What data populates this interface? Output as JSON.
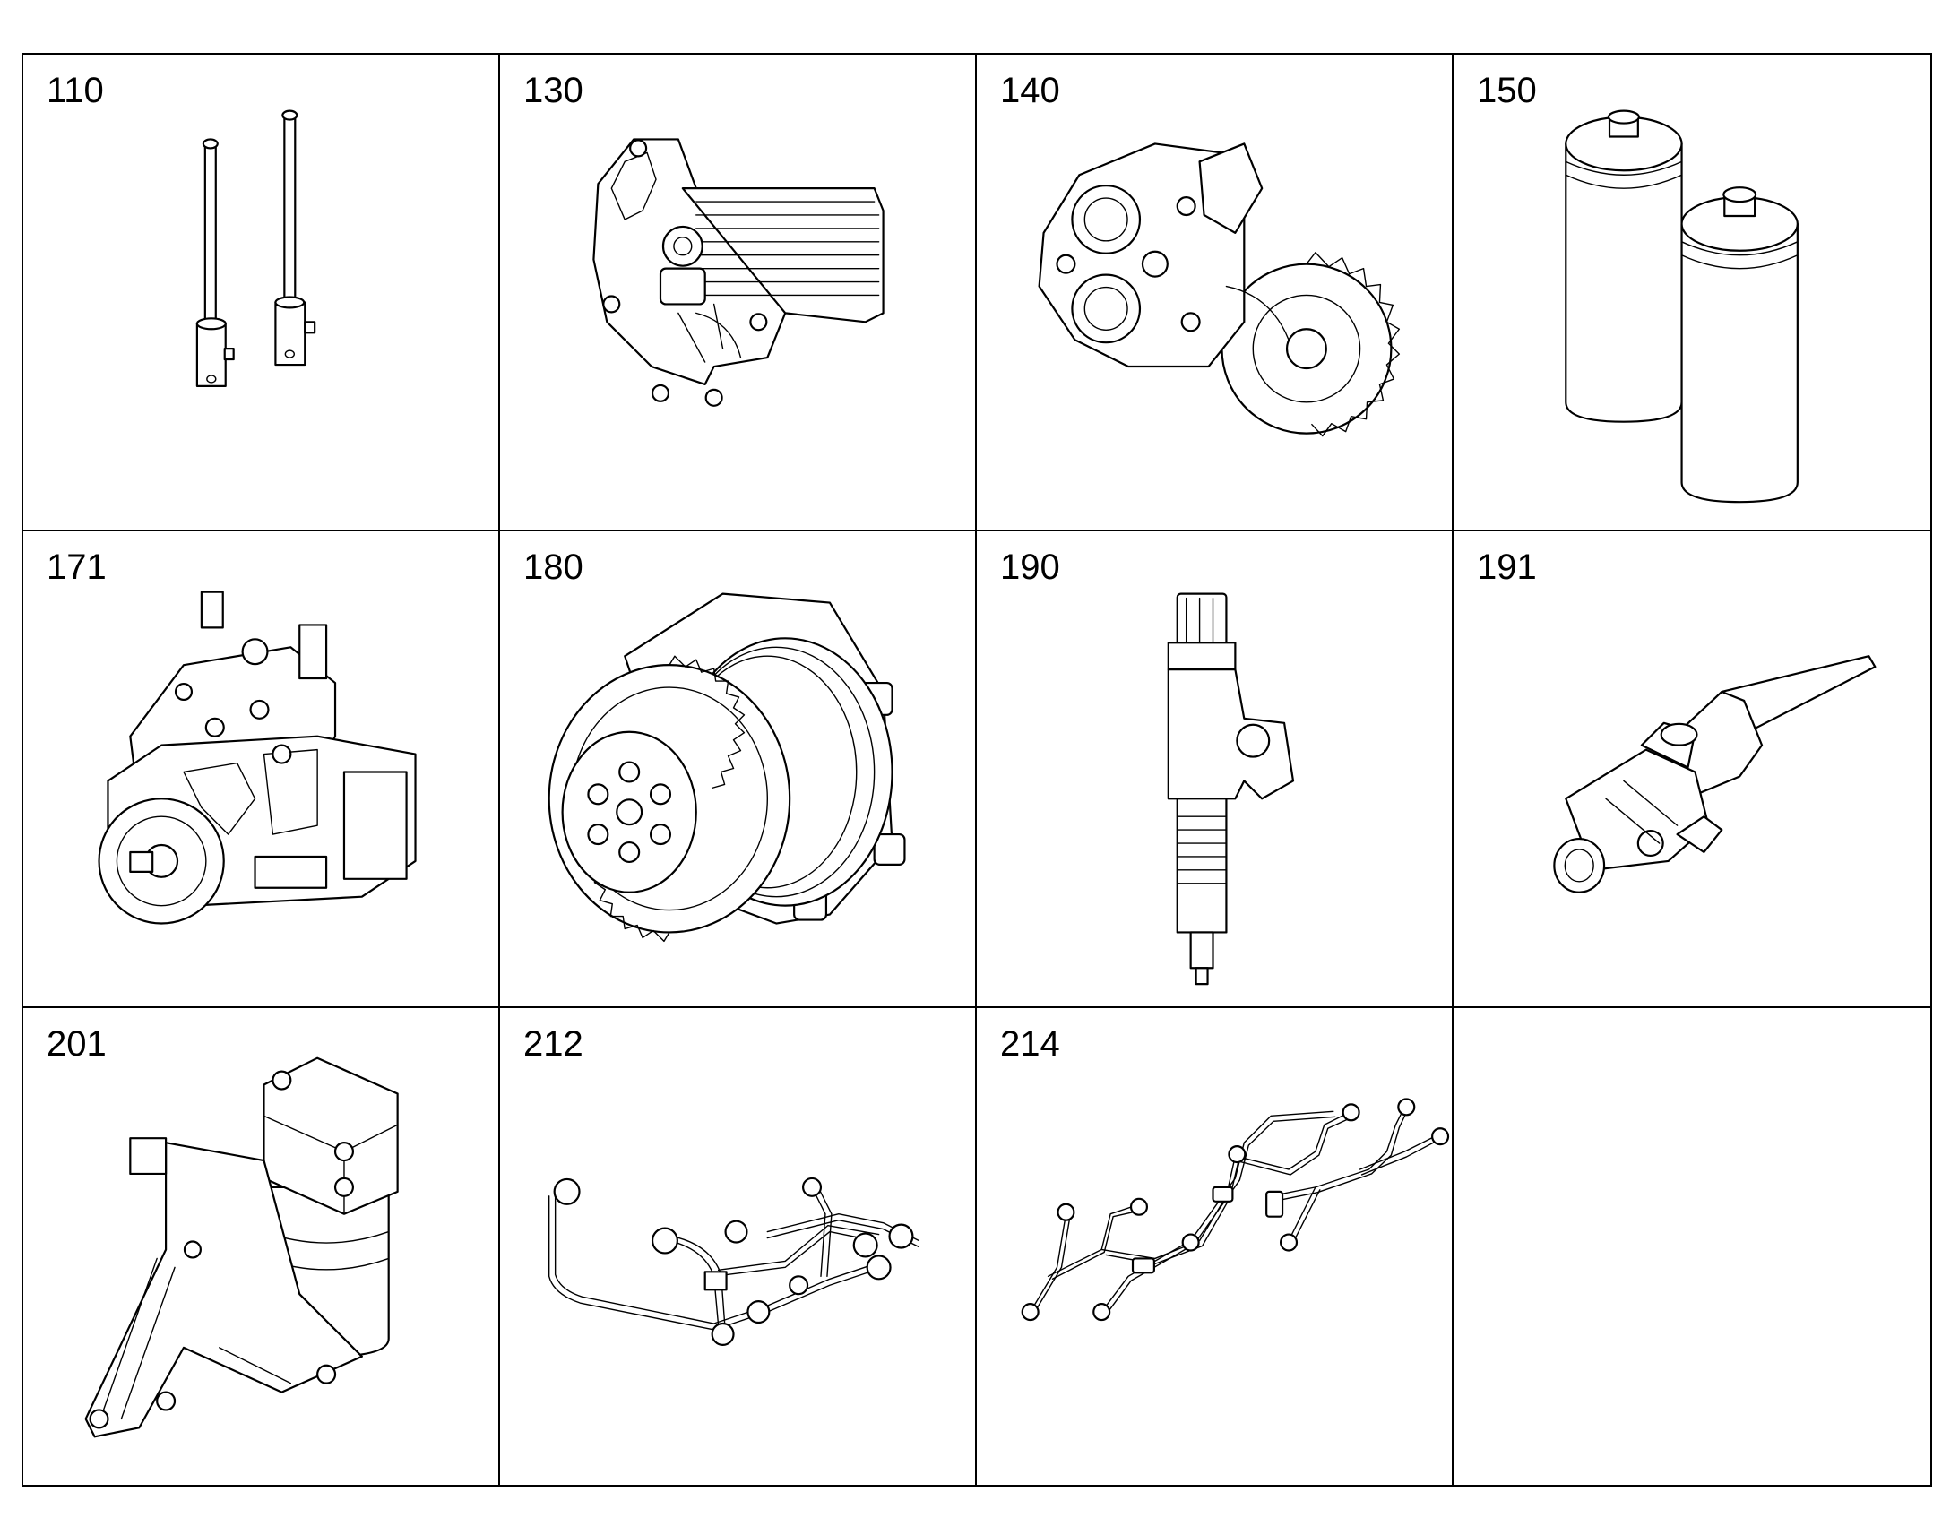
{
  "parts": [
    {
      "label": "110",
      "icon": "rod-pair-icon"
    },
    {
      "label": "130",
      "icon": "high-pressure-pump-icon"
    },
    {
      "label": "140",
      "icon": "gear-housing-icon"
    },
    {
      "label": "150",
      "icon": "filter-cartridges-icon"
    },
    {
      "label": "171",
      "icon": "fuel-pump-icon"
    },
    {
      "label": "180",
      "icon": "geared-drive-icon"
    },
    {
      "label": "190",
      "icon": "injector-icon"
    },
    {
      "label": "191",
      "icon": "nozzle-holder-icon"
    },
    {
      "label": "201",
      "icon": "filter-bracket-icon"
    },
    {
      "label": "212",
      "icon": "fuel-line-harness-icon"
    },
    {
      "label": "214",
      "icon": "injection-lines-icon"
    },
    {
      "label": "",
      "icon": ""
    }
  ]
}
